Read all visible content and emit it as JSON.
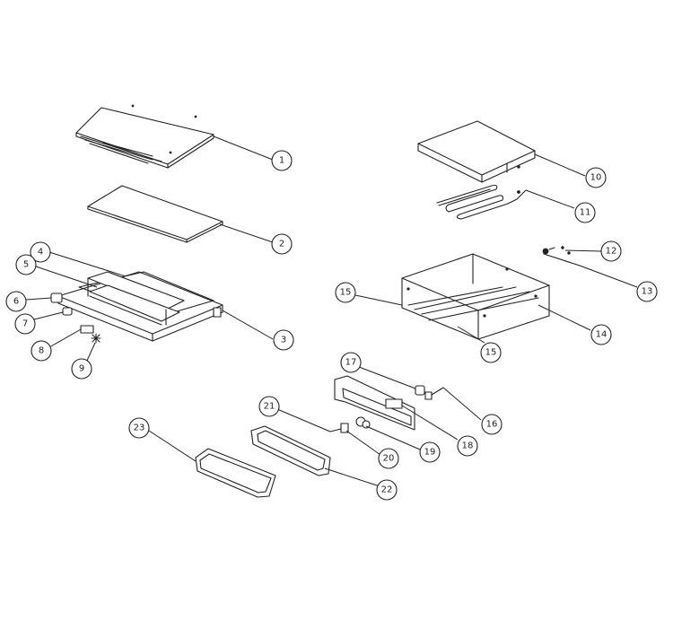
{
  "callouts": [
    {
      "id": "c1",
      "label": "1"
    },
    {
      "id": "c2",
      "label": "2"
    },
    {
      "id": "c3",
      "label": "3"
    },
    {
      "id": "c4",
      "label": "4"
    },
    {
      "id": "c5",
      "label": "5"
    },
    {
      "id": "c6",
      "label": "6"
    },
    {
      "id": "c7",
      "label": "7"
    },
    {
      "id": "c8",
      "label": "8"
    },
    {
      "id": "c9",
      "label": "9"
    },
    {
      "id": "c10",
      "label": "10"
    },
    {
      "id": "c11",
      "label": "11"
    },
    {
      "id": "c12",
      "label": "12"
    },
    {
      "id": "c13",
      "label": "13"
    },
    {
      "id": "c14",
      "label": "14"
    },
    {
      "id": "c15a",
      "label": "15"
    },
    {
      "id": "c15b",
      "label": "15"
    },
    {
      "id": "c16",
      "label": "16"
    },
    {
      "id": "c17",
      "label": "17"
    },
    {
      "id": "c18",
      "label": "18"
    },
    {
      "id": "c19",
      "label": "19"
    },
    {
      "id": "c20",
      "label": "20"
    },
    {
      "id": "c21",
      "label": "21"
    },
    {
      "id": "c22",
      "label": "22"
    },
    {
      "id": "c23",
      "label": "23"
    }
  ]
}
